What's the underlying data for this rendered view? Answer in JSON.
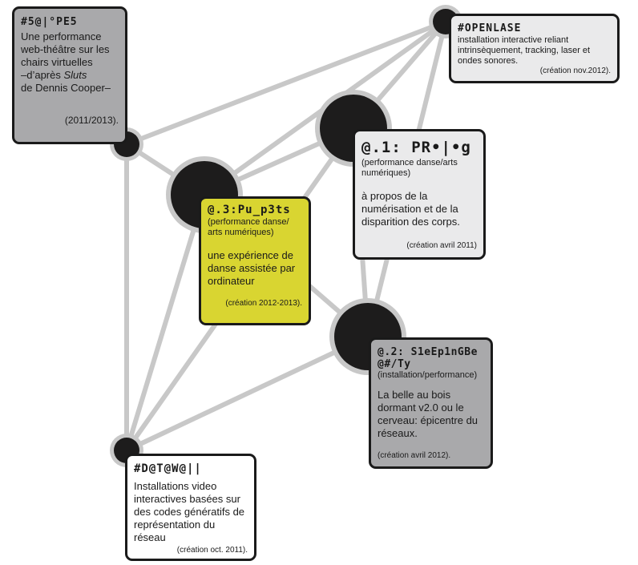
{
  "colors": {
    "edge": "#c8c8c8",
    "node": "#1d1c1c",
    "card_dark": "#a9a9ab",
    "card_light": "#eaeaeb",
    "card_accent": "#d9d531",
    "card_white": "#ffffff"
  },
  "nodes": [
    {
      "id": "salopes",
      "size": "small"
    },
    {
      "id": "openlase",
      "size": "small"
    },
    {
      "id": "prolog",
      "size": "large"
    },
    {
      "id": "puppets",
      "size": "large"
    },
    {
      "id": "sleeping",
      "size": "large"
    },
    {
      "id": "dataall",
      "size": "small"
    }
  ],
  "edges": [
    [
      "salopes",
      "openlase"
    ],
    [
      "salopes",
      "puppets"
    ],
    [
      "salopes",
      "dataall"
    ],
    [
      "puppets",
      "openlase"
    ],
    [
      "puppets",
      "prolog"
    ],
    [
      "puppets",
      "sleeping"
    ],
    [
      "puppets",
      "dataall"
    ],
    [
      "prolog",
      "openlase"
    ],
    [
      "prolog",
      "sleeping"
    ],
    [
      "openlase",
      "sleeping"
    ],
    [
      "dataall",
      "sleeping"
    ],
    [
      "dataall",
      "prolog"
    ]
  ],
  "cards": {
    "salopes": {
      "title": "#5@|°PE5",
      "lines": [
        "Une performance",
        "web-théâtre sur les",
        "chairs virtuelles",
        "–d’après "
      ],
      "emph": "Sluts",
      "line_last": "de Dennis Cooper–",
      "date": "(2011/2013)."
    },
    "openlase": {
      "title": "#OPENLASE",
      "description": "installation interactive reliant intrinsèquement, tracking, laser et ondes sonores.",
      "date": "(création nov.2012)."
    },
    "prolog": {
      "title": "@.1: PR•|•g",
      "subtitle": "(performance danse/arts numériques)",
      "description": "à propos de la numérisation et de la disparition des corps.",
      "date": "(création avril 2011)"
    },
    "puppets": {
      "title": "@.3:Pu_p3ts",
      "subtitle": "(performance danse/ arts numériques)",
      "description": "une expérience de danse assistée par ordinateur",
      "date": "(création 2012-2013)."
    },
    "sleeping": {
      "title": "@.2: S1eEp1nGBe@#/Ty",
      "subtitle": "(installation/performance)",
      "description": "La belle au bois dormant v2.0 ou le cerveau: épicentre du réseaux.",
      "date": "(création avril 2012)."
    },
    "dataall": {
      "title": "#D@T@W@||",
      "description": "Installations video interactives basées sur des codes génératifs de représentation du réseau",
      "date": "(création oct. 2011)."
    }
  }
}
